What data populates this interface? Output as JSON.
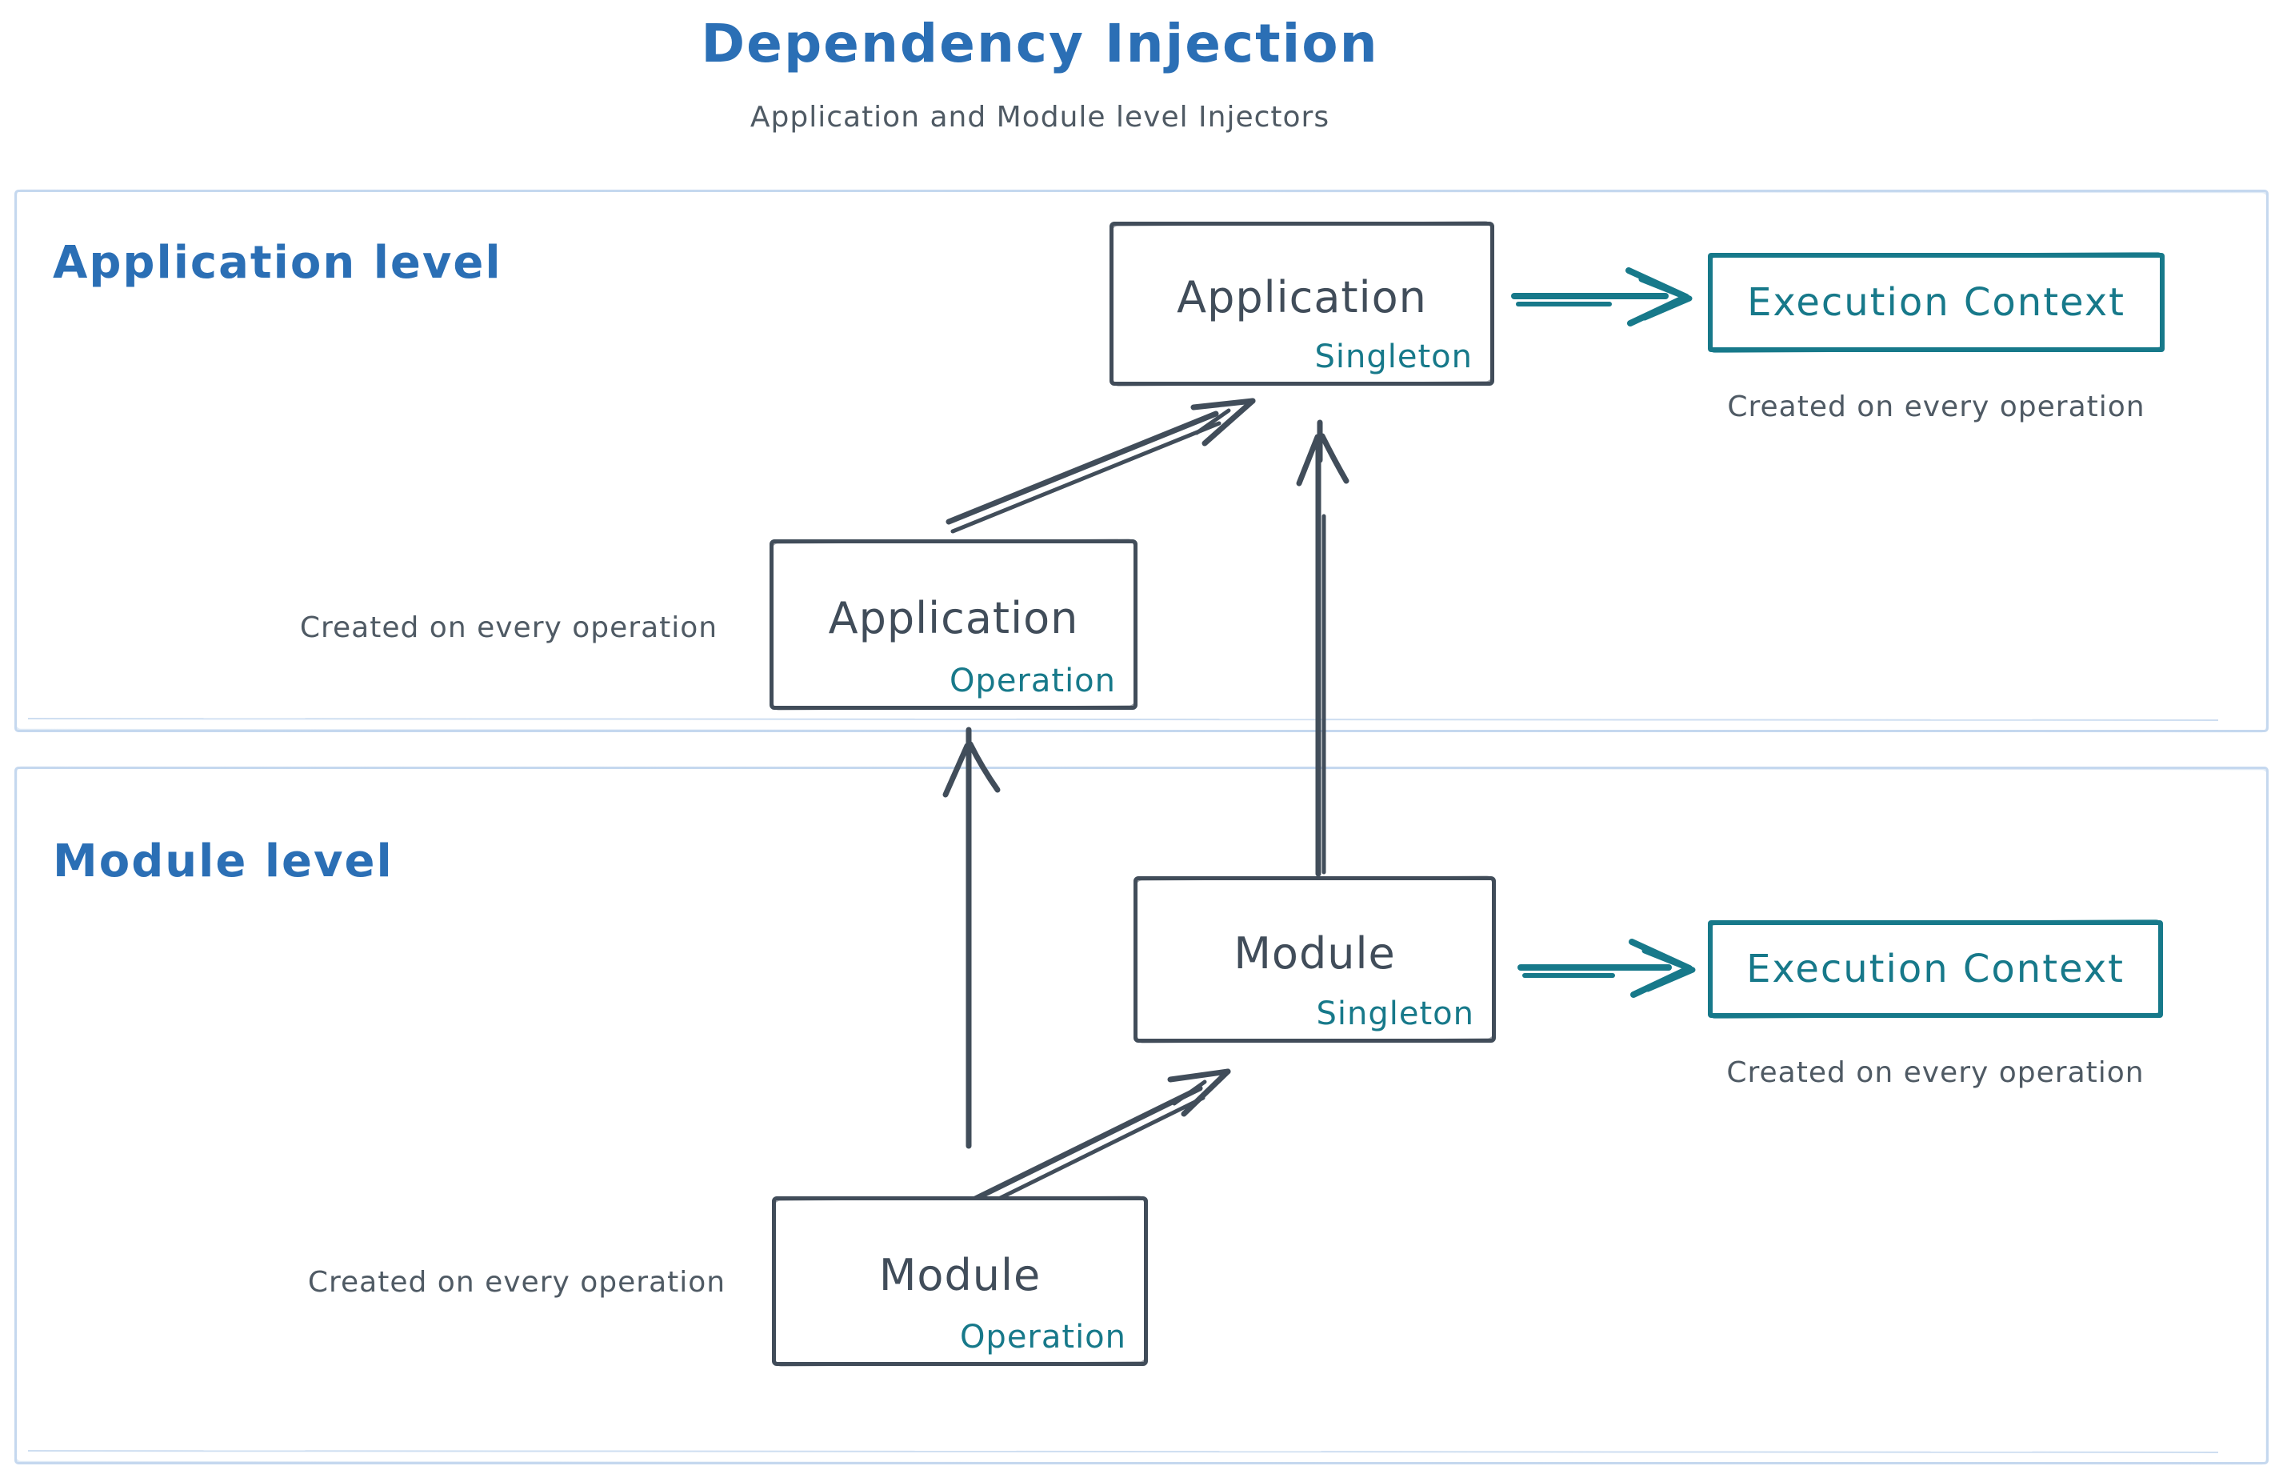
{
  "page": {
    "title": "Dependency Injection",
    "subtitle": "Application and Module level Injectors"
  },
  "colors": {
    "blue": "#2b6fb5",
    "teal": "#17798a",
    "dark": "#414d5a",
    "gray": "#4f5a64",
    "panelBlue": "#c5d8ef"
  },
  "application_level": {
    "label": "Application level",
    "singleton_box": {
      "title": "Application",
      "scope": "Singleton"
    },
    "operation_box": {
      "title": "Application",
      "scope": "Operation"
    },
    "execution_context": {
      "label": "Execution Context"
    },
    "execution_context_caption": "Created on every operation",
    "operation_caption": "Created on every operation"
  },
  "module_level": {
    "label": "Module level",
    "singleton_box": {
      "title": "Module",
      "scope": "Singleton"
    },
    "operation_box": {
      "title": "Module",
      "scope": "Operation"
    },
    "execution_context": {
      "label": "Execution Context"
    },
    "execution_context_caption": "Created on every operation",
    "operation_caption": "Created on every operation"
  }
}
